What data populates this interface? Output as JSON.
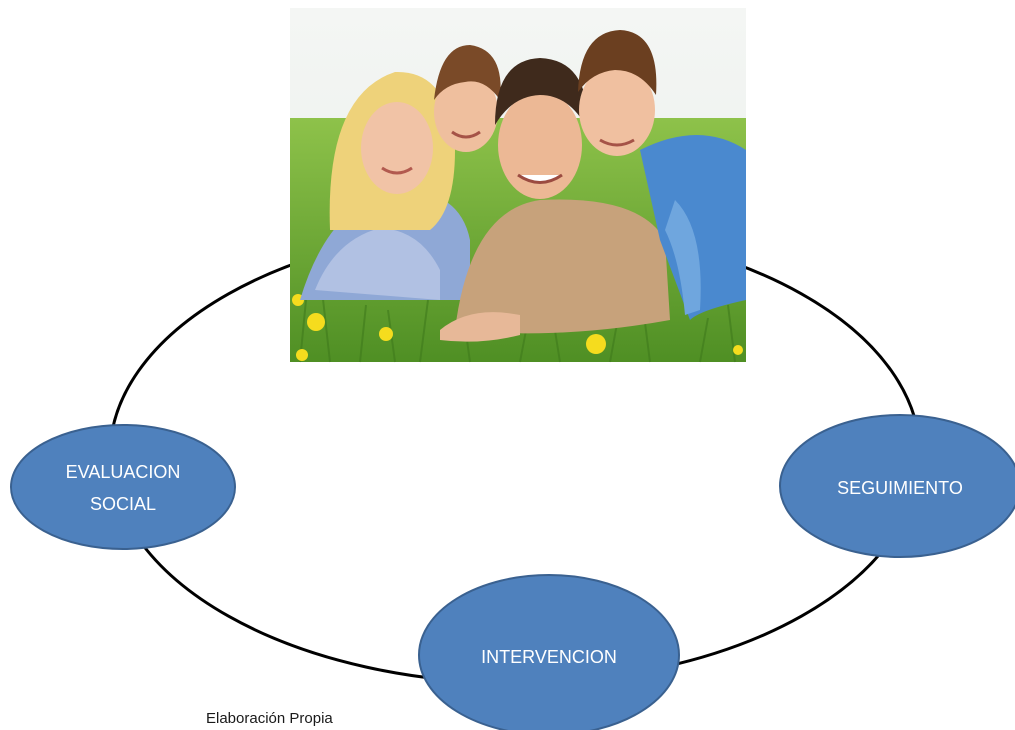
{
  "diagram": {
    "nodes": {
      "evaluacion": {
        "line1": "EVALUACION",
        "line2": "SOCIAL"
      },
      "seguimiento": {
        "label": "SEGUIMIENTO"
      },
      "intervencion": {
        "label": "INTERVENCION"
      }
    },
    "photo": {
      "alt": ""
    },
    "colors": {
      "node_fill": "#4f81bd",
      "node_stroke": "#3a6190",
      "cycle_line": "#000000",
      "label": "#ffffff"
    }
  },
  "caption": "Elaboración Propia"
}
